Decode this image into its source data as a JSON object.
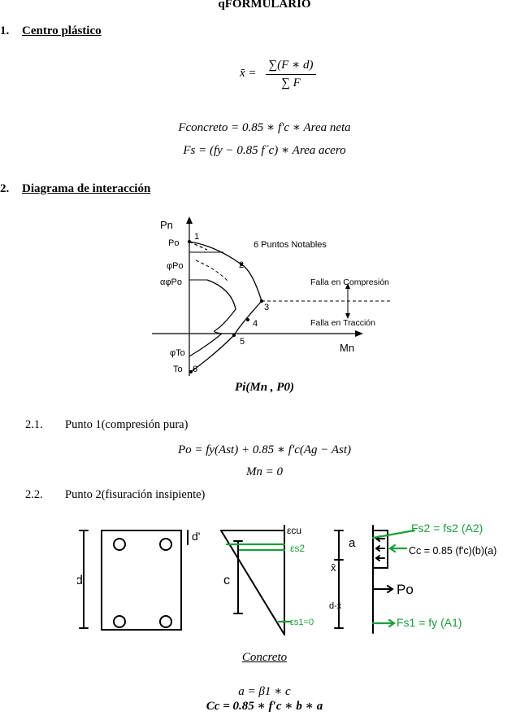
{
  "doc": {
    "title": "qFORMULARIO",
    "section1": {
      "number": "1.",
      "title": "Centro plástico"
    },
    "eq_xbar_lhs": "x̄ =",
    "eq_xbar_num": "∑(F ∗ d)",
    "eq_xbar_den": "∑ F",
    "eq_fconcreto": "Fconcreto = 0.85 ∗ f′c ∗ Area neta",
    "eq_fs": "Fs = (fy − 0.85 f´c) ∗ Area acero",
    "section2": {
      "number": "2.",
      "title": "Diagrama de interacción"
    },
    "diagram": {
      "axis_y": "Pn",
      "axis_x": "Mn",
      "label_po": "Po",
      "label_phipo": "φPo",
      "label_aphipo": "αφPo",
      "label_phito": "φTo",
      "label_to": "To",
      "heading": "6 Puntos Notables",
      "falla_compresion": "Falla en Compresión",
      "falla_traccion": "Falla en Tracción",
      "points": [
        "1",
        "2",
        "3",
        "4",
        "5",
        "6"
      ]
    },
    "pi_label": "Pi(Mn , P0)",
    "sub21": {
      "number": "2.1.",
      "text": "Punto 1(compresión pura)"
    },
    "eq_po": "Po = fy(Ast) + 0.85 ∗ f′c(Ag − Ast)",
    "eq_mn": "Mn = 0",
    "sub22": {
      "number": "2.2.",
      "text": "Punto 2(fisuración insipiente)"
    },
    "sketch": {
      "d_prime": "d'",
      "d": "d",
      "c": "c",
      "ecu": "εcu",
      "es2": "εs2",
      "es1": "εs1=0",
      "a": "a",
      "xbar": "x̄",
      "d_minus_xbar": "d-x̄",
      "po": "Po",
      "fs2": "Fs2 = fs2 (A2)",
      "cc": "Cc = 0.85 (f'c)(b)(a)",
      "fs1": "Fs1 = fy (A1)"
    },
    "concreto": "Concreto",
    "eq_a": "a = β1 ∗ c",
    "eq_cc": "Cc = 0.85 ∗ f′c ∗ b ∗ a",
    "colors": {
      "green": "#1a9e3a",
      "ink": "#000000"
    }
  }
}
